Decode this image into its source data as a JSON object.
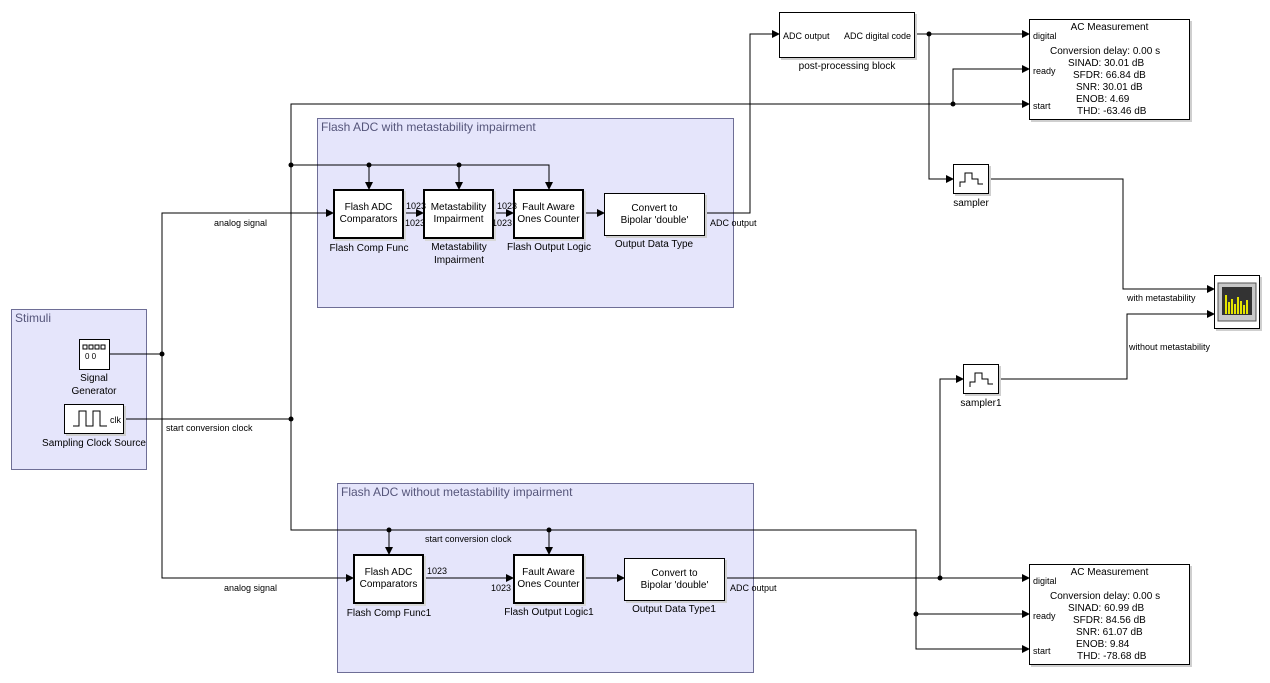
{
  "areas": {
    "stimuli": "Stimuli",
    "with_meta": "Flash ADC with metastability impairment",
    "without_meta": "Flash ADC without metastability impairment"
  },
  "stimuli": {
    "signal_generator_label": "Signal\nGenerator",
    "signal_generator_icon_text": "0 0",
    "clock_label": "Sampling Clock Source",
    "clock_port": "clk"
  },
  "top_chain": {
    "comparators": {
      "text": "Flash ADC\nComparators",
      "label": "Flash Comp Func"
    },
    "metastability": {
      "text": "Metastability\nImpairment",
      "label": "Metastability\nImpairment"
    },
    "ones_counter": {
      "text": "Fault Aware\nOnes Counter",
      "label": "Flash Output Logic"
    },
    "convert": {
      "text": "Convert to\nBipolar 'double'",
      "label": "Output Data Type"
    },
    "bus_width_a": "1023",
    "bus_width_b": "1023",
    "bus_width_c": "1023",
    "bus_width_d": "1023"
  },
  "bottom_chain": {
    "comparators": {
      "text": "Flash ADC\nComparators",
      "label": "Flash Comp Func1"
    },
    "ones_counter": {
      "text": "Fault Aware\nOnes Counter",
      "label": "Flash Output Logic1"
    },
    "convert": {
      "text": "Convert to\nBipolar 'double'",
      "label": "Output Data Type1"
    },
    "bus_width_a": "1023",
    "bus_width_b": "1023"
  },
  "postproc": {
    "in_port": "ADC output",
    "out_port": "ADC digital code",
    "label": "post-processing block"
  },
  "samplers": {
    "top": "sampler",
    "bottom": "sampler1"
  },
  "signals": {
    "analog_top": "analog signal",
    "analog_bottom": "analog signal",
    "start_clock": "start conversion clock",
    "start_clock_inner": "start conversion clock",
    "adc_out_top": "ADC output",
    "adc_out_bottom": "ADC output",
    "with_meta": "with metastability",
    "without_meta": "without metastability"
  },
  "ac_top": {
    "title": "AC Measurement",
    "ports": {
      "digital": "digital",
      "ready": "ready",
      "start": "start"
    },
    "lines": [
      "Conversion delay:   0.00  s",
      "SINAD:  30.01 dB",
      "SFDR:  66.84 dB",
      "SNR:  30.01 dB",
      "ENOB:   4.69",
      "THD: -63.46 dB"
    ]
  },
  "ac_bottom": {
    "title": "AC Measurement",
    "ports": {
      "digital": "digital",
      "ready": "ready",
      "start": "start"
    },
    "lines": [
      "Conversion delay:   0.00  s",
      "SINAD:  60.99 dB",
      "SFDR:  84.56 dB",
      "SNR:  61.07 dB",
      "ENOB:   9.84",
      "THD: -78.68 dB"
    ]
  },
  "icons": {
    "scope": "spectrum-scope-icon",
    "sampler": "zero-order-hold-icon",
    "clock": "pulse-clock-icon",
    "signal_generator": "signal-generator-icon"
  },
  "colors": {
    "subsystem_fill": "#e5e5fb",
    "scope_bars": "#e6e600"
  }
}
